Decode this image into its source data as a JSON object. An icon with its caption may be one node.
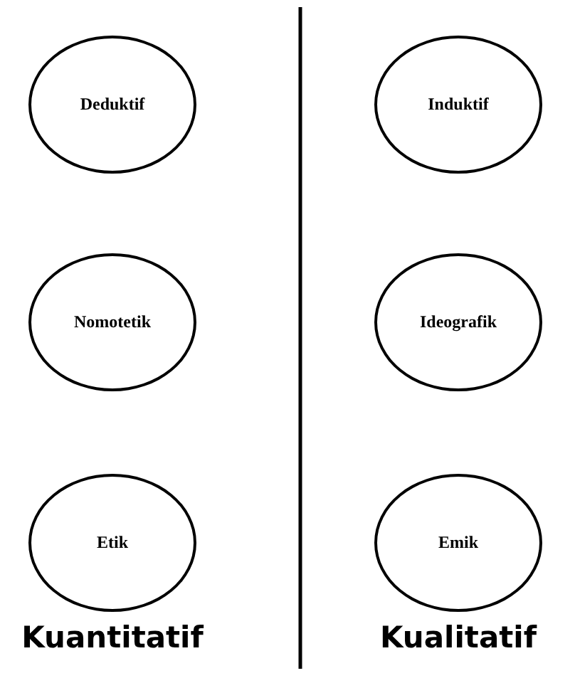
{
  "diagram": {
    "nodes": [
      {
        "text": [
          "Deduktif"
        ]
      },
      {
        "text": [
          "Induktif"
        ]
      },
      {
        "text": [
          "Nomotetik"
        ]
      },
      {
        "text": [
          "Ideografik"
        ]
      },
      {
        "text": [
          "Etik"
        ]
      },
      {
        "text": [
          "Emik"
        ]
      }
    ],
    "labels": [
      "Kuantitatif",
      "Kualitatif"
    ]
  }
}
